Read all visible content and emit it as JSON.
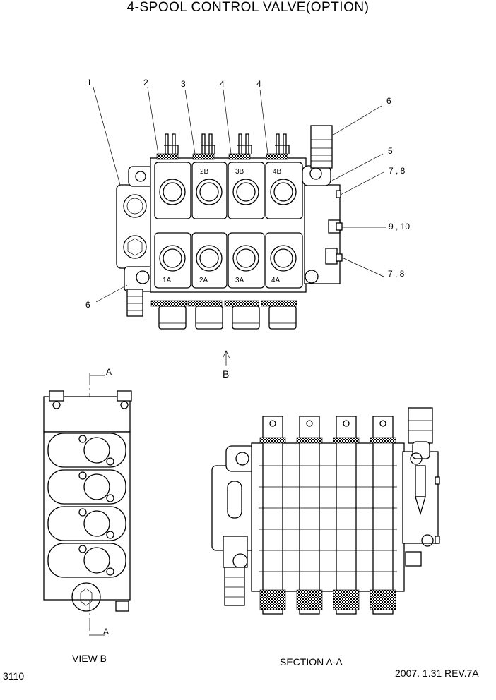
{
  "title": "4-SPOOL CONTROL VALVE(OPTION)",
  "callouts": {
    "c1": "1",
    "c2": "2",
    "c3": "3",
    "c4a": "4",
    "c4b": "4",
    "c6a": "6",
    "c5": "5",
    "c78a": "7 , 8",
    "c910": "9 , 10",
    "c78b": "7 , 8",
    "c6b": "6"
  },
  "ports": {
    "p1a": "1A",
    "p2a": "2A",
    "p3a": "3A",
    "p4a": "4A",
    "p2b": "2B",
    "p3b": "3B",
    "p4b": "4B"
  },
  "view_arrow": "B",
  "section_mark_top": "A",
  "section_mark_bottom": "A",
  "captions": {
    "view_b": "VIEW B",
    "section": "SECTION A-A"
  },
  "footer": {
    "page_code": "3110",
    "revision": "2007. 1.31  REV.7A"
  }
}
